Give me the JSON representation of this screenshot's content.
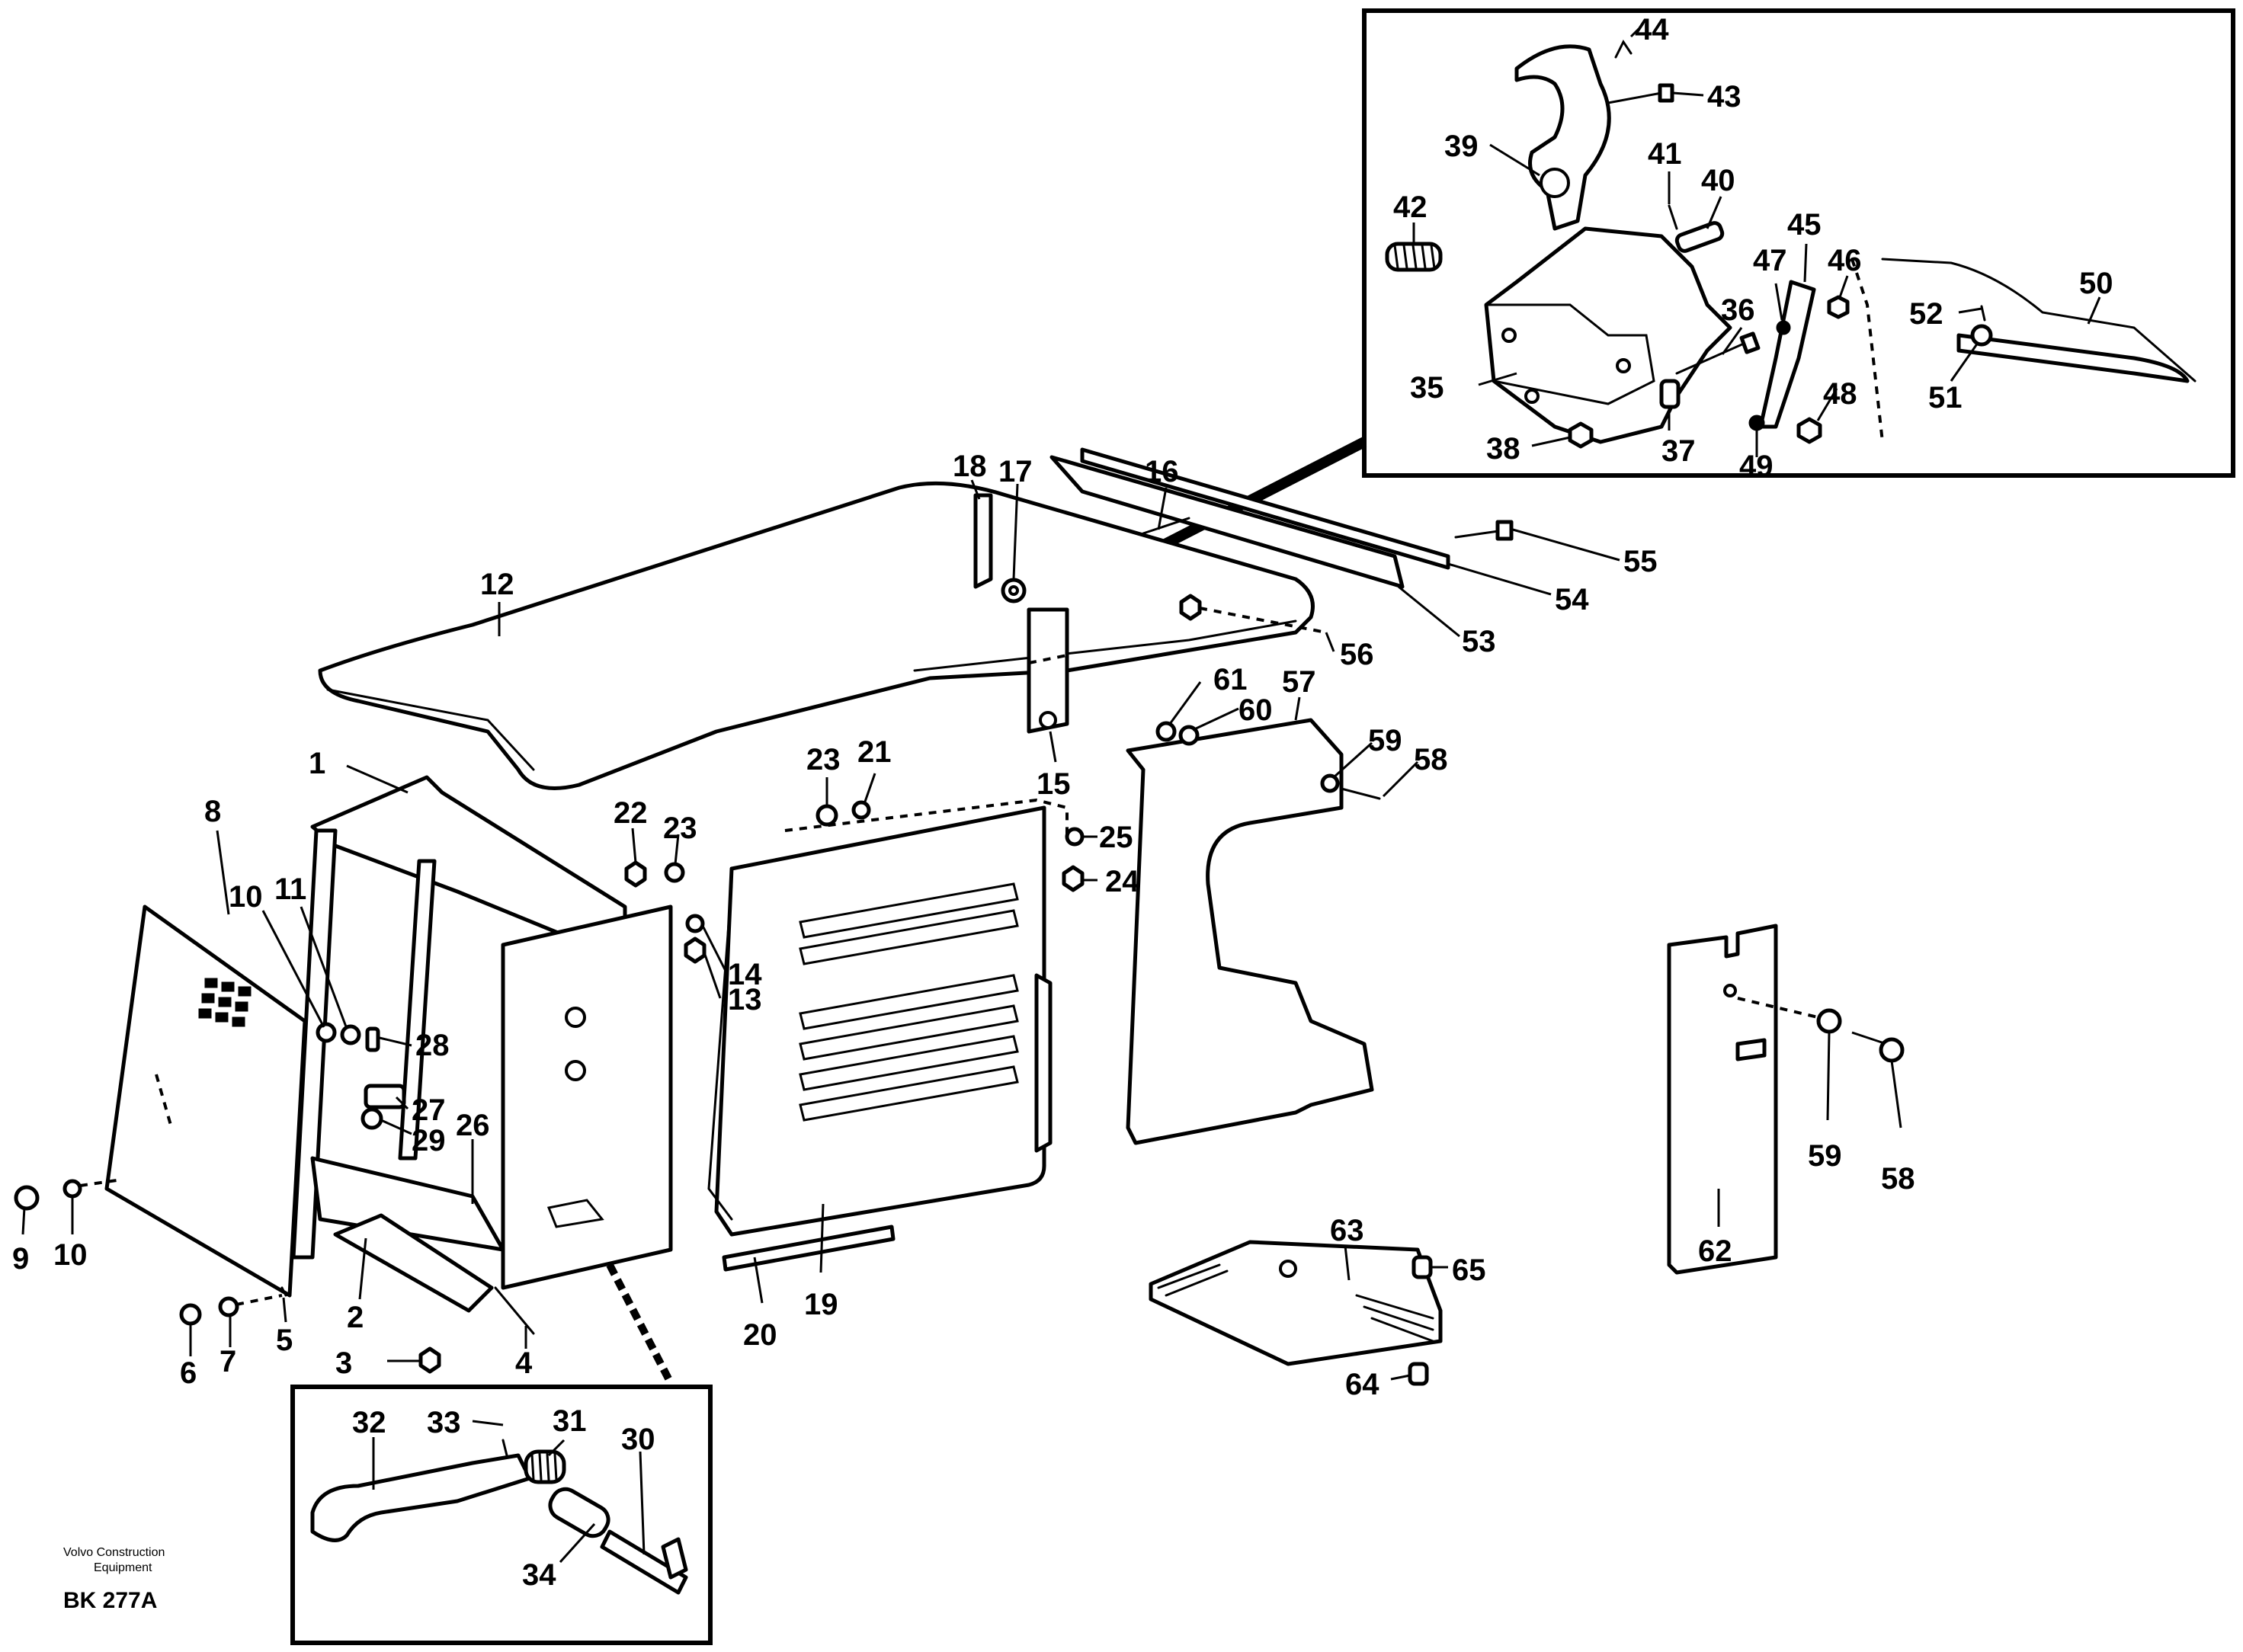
{
  "diagram": {
    "brand_line1": "Volvo Construction",
    "brand_line2": "Equipment",
    "drawing_code": "BK 277A",
    "callouts": {
      "c1": "1",
      "c2": "2",
      "c3": "3",
      "c4": "4",
      "c5": "5",
      "c6": "6",
      "c7": "7",
      "c8": "8",
      "c9": "9",
      "c10a": "10",
      "c10b": "10",
      "c11": "11",
      "c12": "12",
      "c13": "13",
      "c14": "14",
      "c15": "15",
      "c16": "16",
      "c17": "17",
      "c18": "18",
      "c19": "19",
      "c20": "20",
      "c21": "21",
      "c22": "22",
      "c23a": "23",
      "c23b": "23",
      "c24": "24",
      "c25": "25",
      "c26": "26",
      "c27": "27",
      "c28": "28",
      "c29": "29",
      "c30": "30",
      "c31": "31",
      "c32": "32",
      "c33": "33",
      "c34": "34",
      "c35": "35",
      "c36": "36",
      "c37": "37",
      "c38": "38",
      "c39": "39",
      "c40": "40",
      "c41": "41",
      "c42": "42",
      "c43": "43",
      "c44": "44",
      "c45": "45",
      "c46": "46",
      "c47": "47",
      "c48": "48",
      "c49": "49",
      "c50": "50",
      "c51": "51",
      "c52": "52",
      "c53": "53",
      "c54": "54",
      "c55": "55",
      "c56": "56",
      "c57": "57",
      "c58a": "58",
      "c58b": "58",
      "c59a": "59",
      "c59b": "59",
      "c60": "60",
      "c61": "61",
      "c62": "62",
      "c63": "63",
      "c64": "64",
      "c65": "65"
    }
  }
}
